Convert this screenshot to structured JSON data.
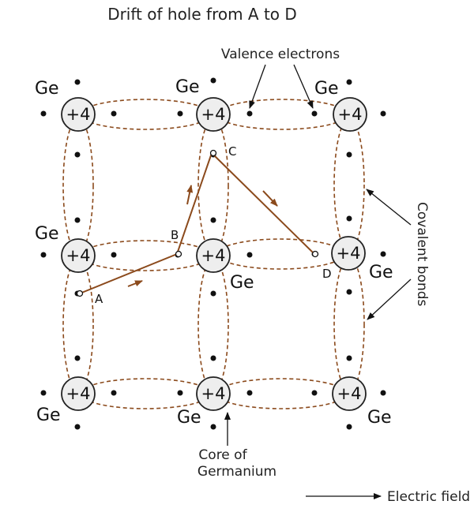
{
  "title": "Drift of hole from A to D",
  "labels": {
    "valence_electrons": "Valence electrons",
    "covalent_bonds": "Covalent bonds",
    "core_line1": "Core of",
    "core_line2": "Germanium",
    "electric_field": "Electric field",
    "ge": "Ge",
    "core_charge": "+4",
    "point_a": "A",
    "point_b": "B",
    "point_c": "C",
    "point_d": "D"
  },
  "colors": {
    "bond": "#8b4a1c",
    "hole_path": "#8b4a1c",
    "nucleus_fill": "#eeeeee"
  }
}
